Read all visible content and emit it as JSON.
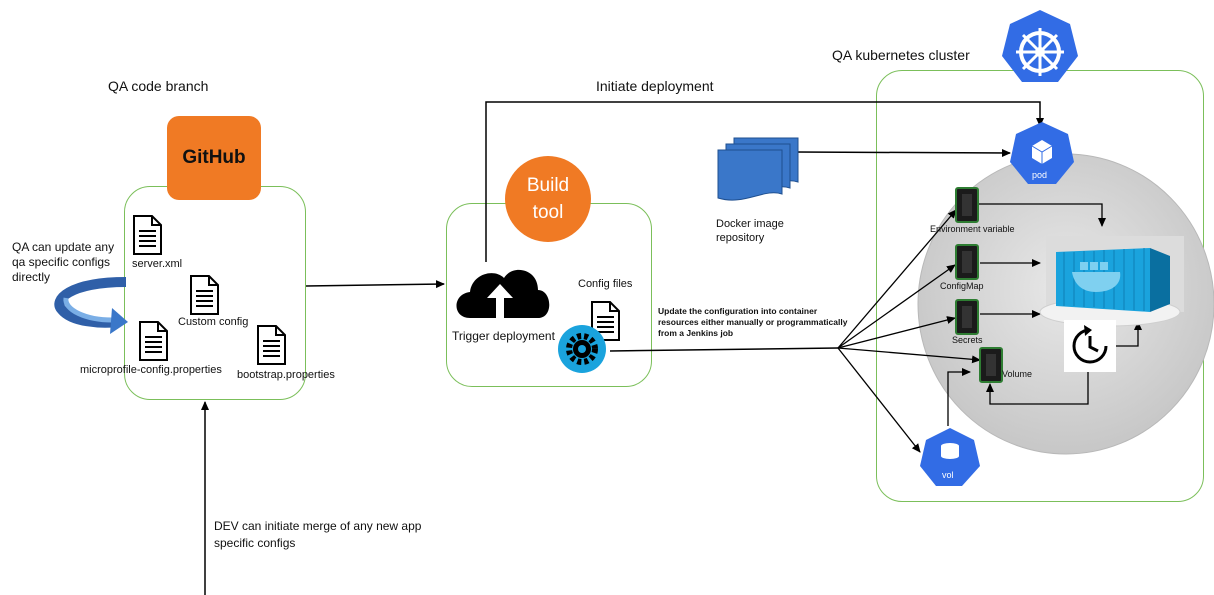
{
  "qa_branch": {
    "title": "QA code branch",
    "github_label": "GitHub",
    "files": [
      "server.xml",
      "Custom config",
      "microprofile-config.properties",
      "bootstrap.properties"
    ],
    "qa_update_note": [
      "QA can update any",
      "qa specific configs",
      "directly"
    ]
  },
  "build": {
    "tool_label": [
      "Build",
      "tool"
    ],
    "trigger_label": "Trigger deployment",
    "config_files_label": "Config files"
  },
  "initiate_deployment": "Initiate deployment",
  "docker_repo_label": [
    "Docker image",
    "repository"
  ],
  "update_note": [
    "Update the configuration into container",
    "resources either manually or programmatically",
    "from a Jenkins job"
  ],
  "dev_note": [
    "DEV can initiate merge of any new app",
    "specific configs"
  ],
  "cluster": {
    "title": "QA kubernetes cluster",
    "pod_label": "pod",
    "vol_label": "vol",
    "resources": [
      "Environment variable",
      "ConfigMap",
      "Secrets",
      "Volume"
    ]
  },
  "colors": {
    "group_border": "#7bbf5a",
    "github_orange": "#f07a24",
    "build_orange": "#f07a24",
    "k8s_blue": "#326ce5",
    "docker_blue": "#3a77c9",
    "container_cyan": "#1aa3dd",
    "resource_green": "#2e7d32"
  }
}
